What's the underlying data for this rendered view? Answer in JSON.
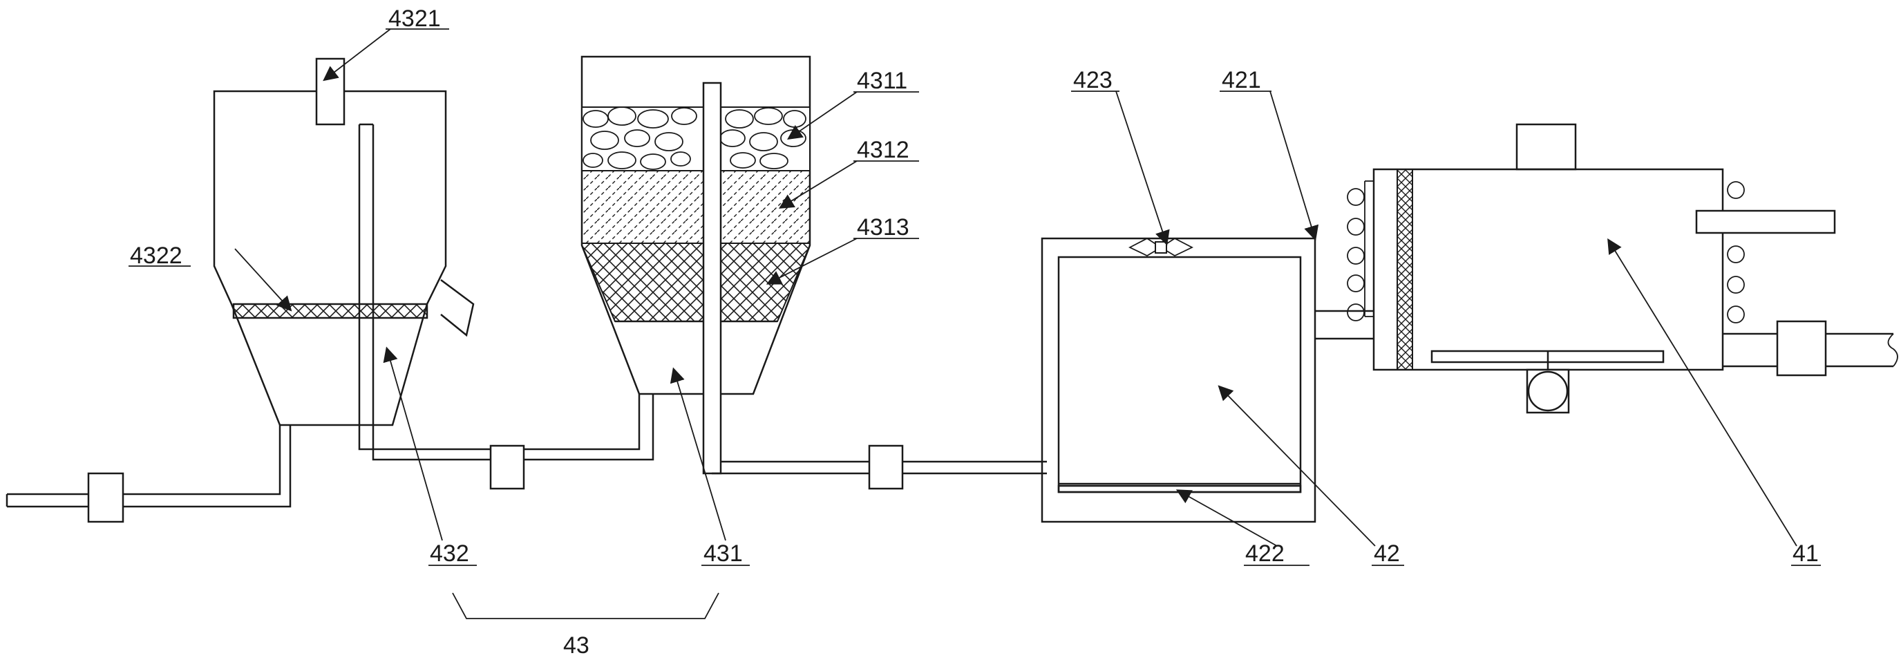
{
  "labels": {
    "l4321": "4321",
    "l4322": "4322",
    "l432": "432",
    "l43": "43",
    "l4311": "4311",
    "l4312": "4312",
    "l4313": "4313",
    "l431": "431",
    "l423": "423",
    "l421": "421",
    "l422": "422",
    "l42": "42",
    "l41": "41"
  }
}
